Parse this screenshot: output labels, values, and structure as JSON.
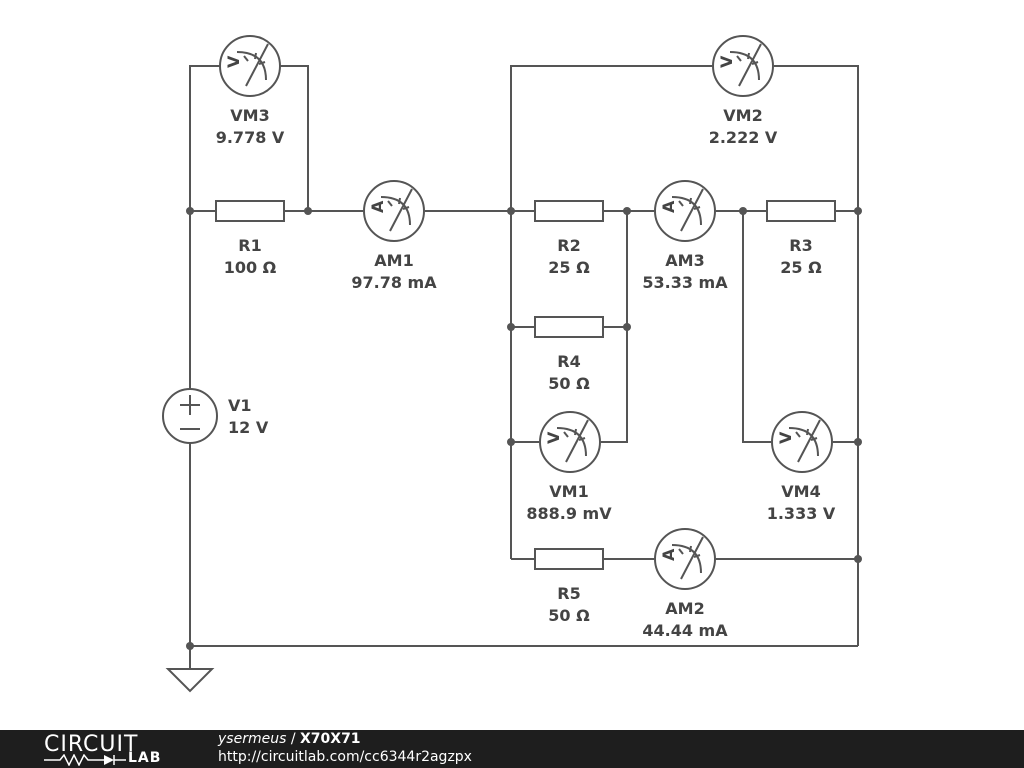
{
  "components": [
    {
      "id": "r1",
      "name": "R1",
      "value": "100 Ω"
    },
    {
      "id": "r2",
      "name": "R2",
      "value": "25 Ω"
    },
    {
      "id": "r3",
      "name": "R3",
      "value": "25 Ω"
    },
    {
      "id": "r4",
      "name": "R4",
      "value": "50 Ω"
    },
    {
      "id": "r5",
      "name": "R5",
      "value": "50 Ω"
    },
    {
      "id": "v1",
      "name": "V1",
      "value": "12 V"
    },
    {
      "id": "vm1",
      "name": "VM1",
      "value": "888.9 mV"
    },
    {
      "id": "vm2",
      "name": "VM2",
      "value": "2.222 V"
    },
    {
      "id": "vm3",
      "name": "VM3",
      "value": "9.778 V"
    },
    {
      "id": "vm4",
      "name": "VM4",
      "value": "1.333 V"
    },
    {
      "id": "am1",
      "name": "AM1",
      "value": "97.78 mA"
    },
    {
      "id": "am2",
      "name": "AM2",
      "value": "44.44 mA"
    },
    {
      "id": "am3",
      "name": "AM3",
      "value": "53.33 mA"
    }
  ],
  "meter_glyphs": {
    "voltmeter": "V",
    "ammeter": "A"
  },
  "footer": {
    "logo_top": "CIRCUIT",
    "logo_bottom": "LAB",
    "author": "ysermeus",
    "separator": "/",
    "circuit_id": "X70X71",
    "url": "http://circuitlab.com/cc6344r2agzpx"
  }
}
